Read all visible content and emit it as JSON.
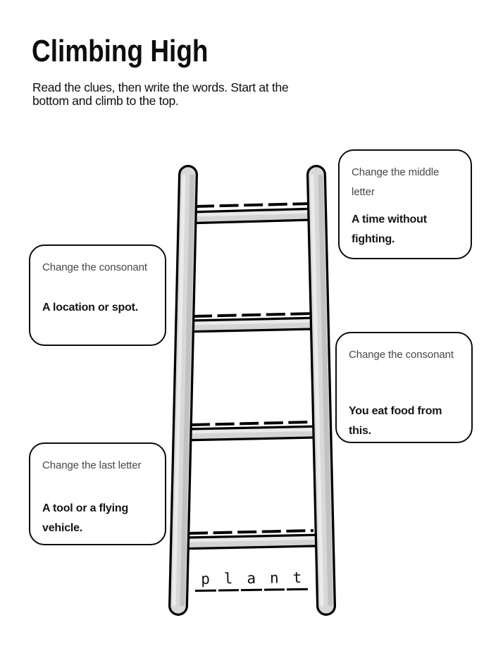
{
  "document": {
    "title": "Climbing High",
    "instructions": "Read the clues, then write the words. Start at the bottom and climb to the top."
  },
  "clues": [
    {
      "position": "top-right",
      "instruction": "Change the middle letter",
      "clue": "A time without fighting."
    },
    {
      "position": "upper-left",
      "instruction": "Change the consonant",
      "clue": "A location or spot."
    },
    {
      "position": "middle-right",
      "instruction": "Change the consonant",
      "clue": "You eat food from this."
    },
    {
      "position": "lower-left",
      "instruction": "Change the last letter",
      "clue": "A tool or a flying vehicle."
    }
  ],
  "ladder": {
    "rung_count": 4,
    "blanks_per_rung": 5,
    "start_word": "plant",
    "start_word_letters": [
      "p",
      "l",
      "a",
      "n",
      "t"
    ]
  },
  "colors": {
    "page_bg": "#ffffff",
    "text": "#141414",
    "instruction_text": "#474747",
    "outline": "#000000",
    "ladder_fill": "#d8d8d8",
    "ladder_highlight": "#ebebeb",
    "ladder_shadow": "#c2c2c2"
  }
}
